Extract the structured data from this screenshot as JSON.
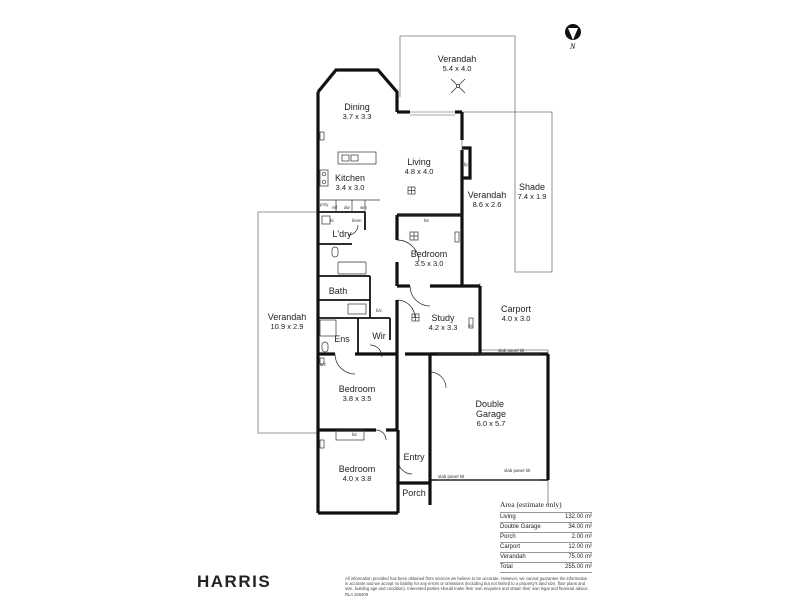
{
  "rooms": [
    {
      "name": "Verandah",
      "dim": "5.4 x 4.0"
    },
    {
      "name": "Dining",
      "dim": "3.7 x 3.3"
    },
    {
      "name": "Living",
      "dim": "4.8 x 4.0"
    },
    {
      "name": "Kitchen",
      "dim": "3.4 x 3.0"
    },
    {
      "name": "Verandah",
      "dim": "8.6 x 2.6"
    },
    {
      "name": "Shade",
      "dim": "7.4 x 1.9"
    },
    {
      "name": "L'dry",
      "dim": ""
    },
    {
      "name": "Bedroom",
      "dim": "3.5 x 3.0"
    },
    {
      "name": "Bath",
      "dim": ""
    },
    {
      "name": "Study",
      "dim": "4.2 x 3.3"
    },
    {
      "name": "Carport",
      "dim": "4.0 x 3.0"
    },
    {
      "name": "Verandah",
      "dim": "10.9 x 2.9"
    },
    {
      "name": "Ens",
      "dim": ""
    },
    {
      "name": "Wir",
      "dim": ""
    },
    {
      "name": "Bedroom",
      "dim": "3.8 x 3.5"
    },
    {
      "name": "Double\nGarage",
      "dim": "6.0 x 5.7"
    },
    {
      "name": "Entry",
      "dim": ""
    },
    {
      "name": "Bedroom",
      "dim": "4.0 x 3.8"
    },
    {
      "name": "Porch",
      "dim": ""
    }
  ],
  "fixtures": {
    "pantry": "p'try",
    "linen": "linen",
    "broom": "bi",
    "robe": "bir",
    "robe2": "bir",
    "robe3": "bir",
    "bic": "b/c",
    "slab_power": "slab panel tilt",
    "slab_power2": "slab panel tilt",
    "slab_power3": "slab panel tilt",
    "fp": "fp",
    "ref": "ref",
    "dw": "dw",
    "wm": "wm",
    "oc": "oc",
    "ac": "a/c"
  },
  "compass": {
    "label": "N",
    "icon": "north-arrow-icon"
  },
  "area": {
    "title": "Area (estimate only)",
    "rows": [
      {
        "label": "Living",
        "value": "132.00 m²"
      },
      {
        "label": "Double Garage",
        "value": "34.00 m²"
      },
      {
        "label": "Porch",
        "value": "2.00 m²"
      },
      {
        "label": "Carport",
        "value": "12.00 m²"
      },
      {
        "label": "Verandah",
        "value": "75.00 m²"
      },
      {
        "label": "Total",
        "value": "255.00 m²"
      }
    ]
  },
  "brand": "HARRIS",
  "disclaimer": "All information provided has been obtained from sources we believe to be accurate. However, we cannot guarantee the information is accurate and we accept no liability for any errors or omissions (including but not limited to a property's land size, floor plans and size, building age and condition). Interested parties should make their own enquiries and obtain their own legal and financial advice. RLA 226409"
}
